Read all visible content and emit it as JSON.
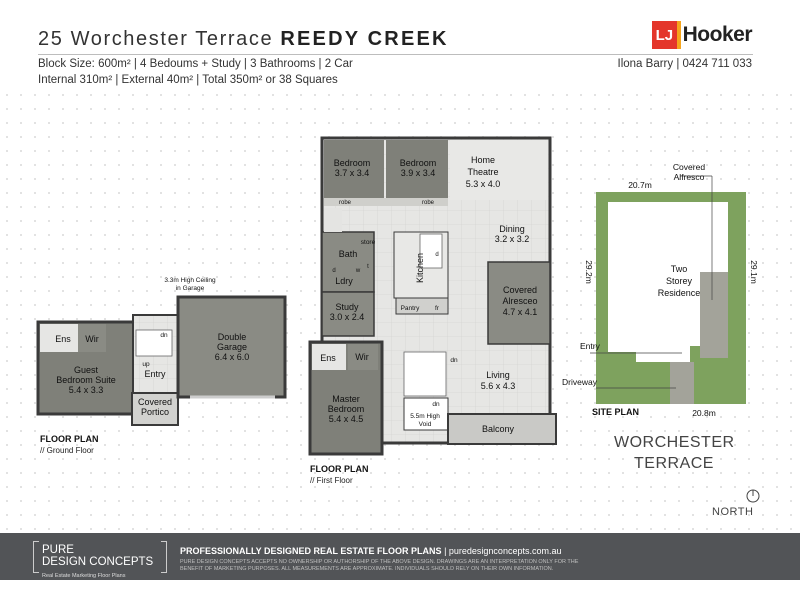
{
  "header": {
    "address": "25 Worchester Terrace",
    "suburb": "REEDY CREEK",
    "line1": "Block Size: 600m²  |  4 Bedoums + Study  |  3 Bathrooms  | 2 Car",
    "line2": "Internal 310m² |  External 40m²  |  Total 350m² or 38 Squares",
    "agent": "Ilona Barry | 0424 711 033",
    "logo_mark": "LJ",
    "logo_text": "Hooker"
  },
  "ground_floor": {
    "label": "FLOOR PLAN",
    "sub": "// Ground Floor",
    "rooms": [
      {
        "id": "ens",
        "name": "Ens"
      },
      {
        "id": "wir",
        "name": "Wir"
      },
      {
        "id": "guest",
        "name": "Guest\nBedroom Suite",
        "dims": "5.4 x 3.3"
      },
      {
        "id": "entry",
        "name": "Entry"
      },
      {
        "id": "portico",
        "name": "Covered\nPortico"
      },
      {
        "id": "garage",
        "name": "Double\nGarage",
        "dims": "6.4 x 6.0"
      }
    ],
    "ceiling_note": "3.3m High Ceiling\nin Garage",
    "stair_up": "up",
    "stair_dn": "dn"
  },
  "first_floor": {
    "label": "FLOOR PLAN",
    "sub": "// First Floor",
    "rooms": [
      {
        "id": "bed1",
        "name": "Bedroom",
        "dims": "3.7 x 3.4"
      },
      {
        "id": "bed2",
        "name": "Bedroom",
        "dims": "3.9 x 3.4"
      },
      {
        "id": "theatre",
        "name": "Home\nTheatre",
        "dims": "5.3 x 4.0"
      },
      {
        "id": "dining",
        "name": "Dining",
        "dims": "3.2 x 3.2"
      },
      {
        "id": "bath",
        "name": "Bath"
      },
      {
        "id": "ldry",
        "name": "Ldry"
      },
      {
        "id": "kitchen",
        "name": "Kitchen"
      },
      {
        "id": "store",
        "name": "store"
      },
      {
        "id": "study",
        "name": "Study",
        "dims": "3.0 x 2.4"
      },
      {
        "id": "pantry",
        "name": "Pantry"
      },
      {
        "id": "fr",
        "name": "fr"
      },
      {
        "id": "alfresco",
        "name": "Covered\nAlresceo",
        "dims": "4.7 x 4.1"
      },
      {
        "id": "ens2",
        "name": "Ens"
      },
      {
        "id": "wir2",
        "name": "Wir"
      },
      {
        "id": "living",
        "name": "Living",
        "dims": "5.6 x 4.3"
      },
      {
        "id": "master",
        "name": "Master\nBedroom",
        "dims": "5.4 x 4.5"
      },
      {
        "id": "void",
        "name": "5.5m High\nVoid"
      },
      {
        "id": "balcony",
        "name": "Balcony"
      }
    ],
    "robe": "robe",
    "stair_dn": "dn",
    "appliance_d": "d",
    "appliance_w": "w",
    "appliance_t": "t"
  },
  "site_plan": {
    "label": "SITE PLAN",
    "residence": "Two\nStorey\nResidence",
    "alfresco": "Covered\nAlfresco",
    "entry": "Entry",
    "driveway": "Driveway",
    "top_dim": "20.7m",
    "bottom_dim": "20.8m",
    "left_dim": "29.2m",
    "right_dim": "29.1m"
  },
  "street": "WORCHESTER\nTERRACE",
  "north": "NORTH",
  "footer": {
    "brand1": "PURE",
    "brand2": "DESIGN CONCEPTS",
    "brand3": "Real Estate Marketing Floor Plans",
    "tagline_bold": "PROFESSIONALLY DESIGNED REAL ESTATE FLOOR PLANS",
    "tagline_url": "| puredesignconcepts.com.au",
    "disclaimer": "PURE DESIGN CONCEPTS ACCEPTS NO OWNERSHIP OR AUTHORSHIP OF THE ABOVE DESIGN. DRAWINGS ARE AN INTERPRETATION ONLY FOR THE BENEFIT OF MARKETING PURPOSES. ALL MEASUREMENTS ARE APPROXIMATE. INDIVIDUALS SHOULD RELY ON THEIR OWN INFORMATION."
  },
  "colors": {
    "room_dark": "#7f8079",
    "room_light": "#e5e5e3",
    "wall": "#3a3a3a",
    "grass": "#7ea25e",
    "path": "#a3a39a",
    "footer": "#525457",
    "logo_red": "#e4362b"
  }
}
